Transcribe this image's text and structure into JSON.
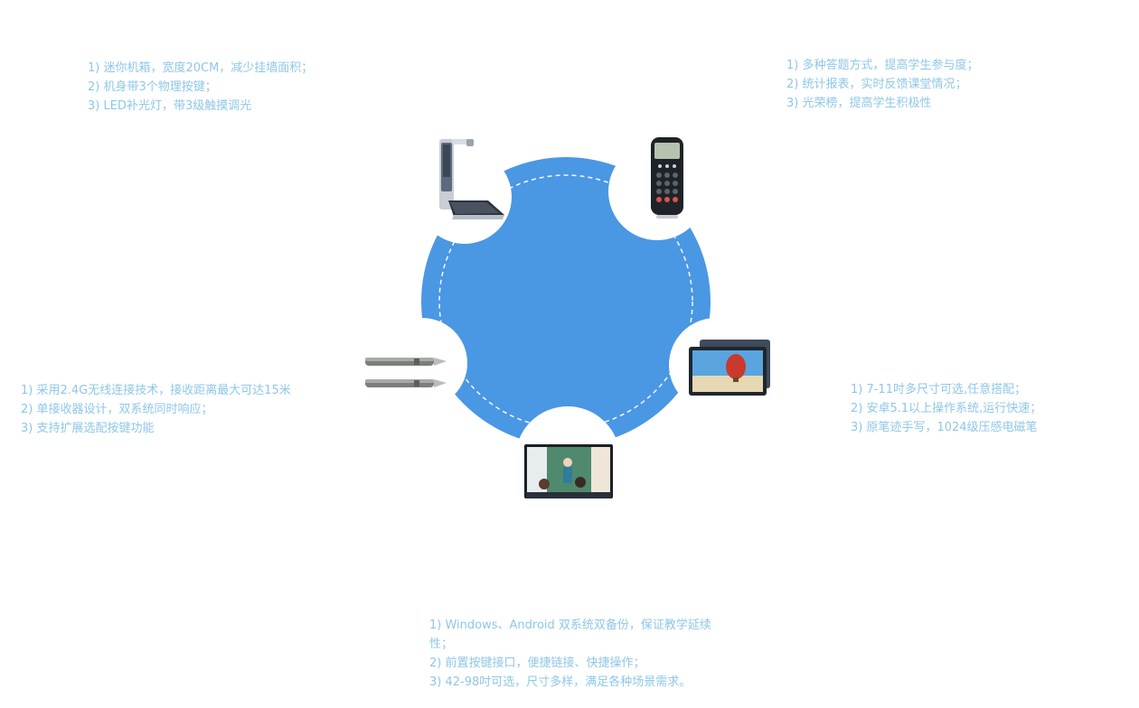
{
  "colors": {
    "hub_fill": "#4a97e4",
    "dash": "#ffffff",
    "text": "#8ec7e8"
  },
  "devices": {
    "booth": {
      "icon": "document-camera-icon"
    },
    "clicker": {
      "icon": "answer-clicker-icon"
    },
    "pens": {
      "icon": "stylus-pens-icon"
    },
    "tablet": {
      "icon": "tablet-icon"
    },
    "display": {
      "icon": "interactive-display-icon"
    }
  },
  "descriptions": {
    "top_left": [
      "1) 迷你机箱，宽度20CM，减少挂墙面积；",
      "2) 机身带3个物理按键；",
      "3) LED补光灯，带3级触摸调光"
    ],
    "top_right": [
      "1) 多种答题方式，提高学生参与度；",
      "2) 统计报表，实时反馈课堂情况；",
      "3) 光荣榜，提高学生积极性"
    ],
    "left": [
      "1) 采用2.4G无线连接技术，接收距离最大可达15米",
      "2) 单接收器设计，双系统同时响应；",
      "3) 支持扩展选配按键功能"
    ],
    "right": [
      "1) 7-11吋多尺寸可选,任意搭配；",
      "2) 安卓5.1以上操作系统,运行快速；",
      "3) 原笔迹手写，1024级压感电磁笔"
    ],
    "bottom": [
      "1) Windows、Android 双系统双备份，保证教学延续性；",
      "2) 前置按键接口，便捷链接、快捷操作；",
      "3) 42-98吋可选，尺寸多样，满足各种场景需求。"
    ]
  }
}
